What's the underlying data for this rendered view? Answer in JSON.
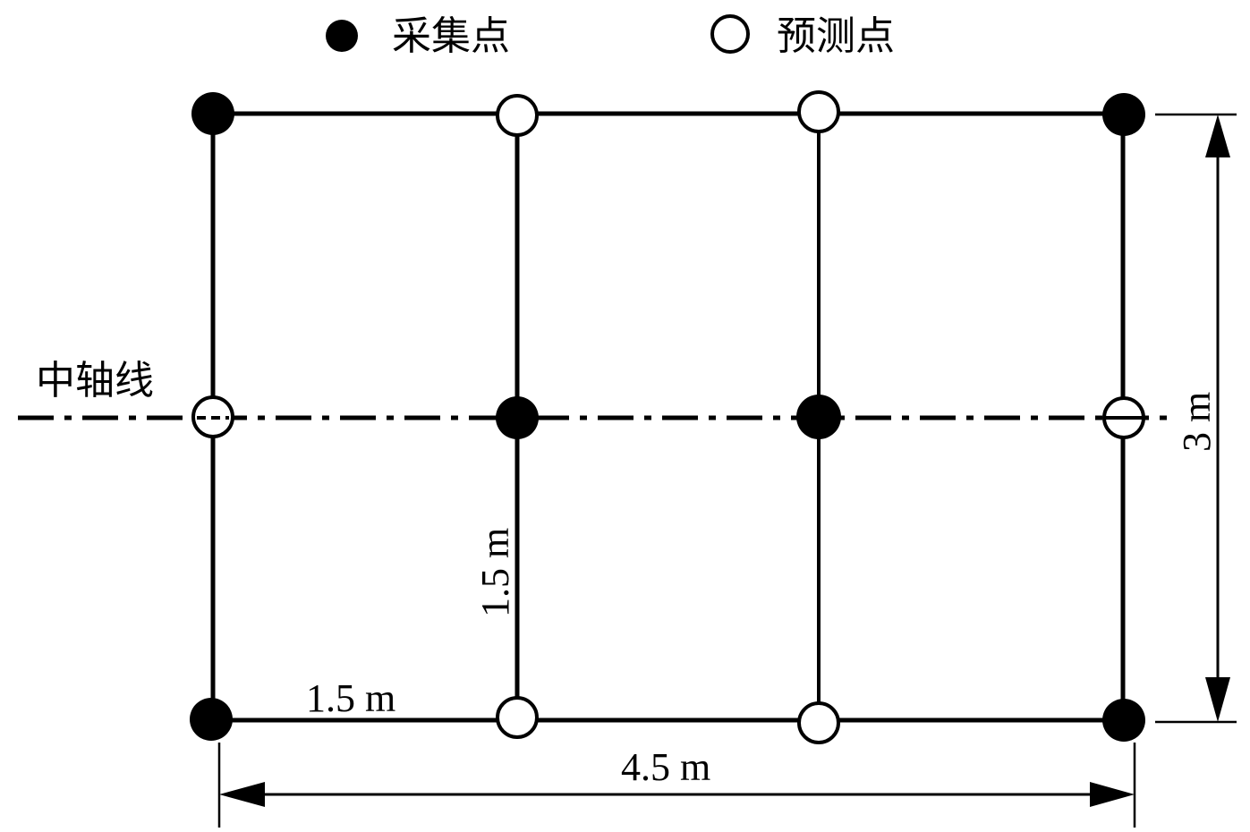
{
  "legend": {
    "collected": {
      "label": "采集点",
      "icon": "filled-circle-icon"
    },
    "predicted": {
      "label": "预测点",
      "icon": "hollow-circle-icon"
    }
  },
  "axis_label": "中轴线",
  "dimensions": {
    "horizontal_segment": "1.5 m",
    "vertical_segment": "1.5 m",
    "total_width": "4.5 m",
    "total_height": "3 m"
  },
  "grid": {
    "columns_x": [
      238,
      578,
      915,
      1255
    ],
    "rows_y": [
      127,
      467,
      805
    ],
    "points": [
      {
        "row": 0,
        "col": 0,
        "type": "collected"
      },
      {
        "row": 0,
        "col": 1,
        "type": "predicted"
      },
      {
        "row": 0,
        "col": 2,
        "type": "predicted"
      },
      {
        "row": 0,
        "col": 3,
        "type": "collected"
      },
      {
        "row": 1,
        "col": 0,
        "type": "predicted"
      },
      {
        "row": 1,
        "col": 1,
        "type": "collected"
      },
      {
        "row": 1,
        "col": 2,
        "type": "collected"
      },
      {
        "row": 1,
        "col": 3,
        "type": "predicted"
      },
      {
        "row": 2,
        "col": 0,
        "type": "collected"
      },
      {
        "row": 2,
        "col": 1,
        "type": "predicted"
      },
      {
        "row": 2,
        "col": 2,
        "type": "predicted"
      },
      {
        "row": 2,
        "col": 3,
        "type": "collected"
      }
    ]
  },
  "colors": {
    "stroke": "#000000",
    "background": "#ffffff"
  }
}
